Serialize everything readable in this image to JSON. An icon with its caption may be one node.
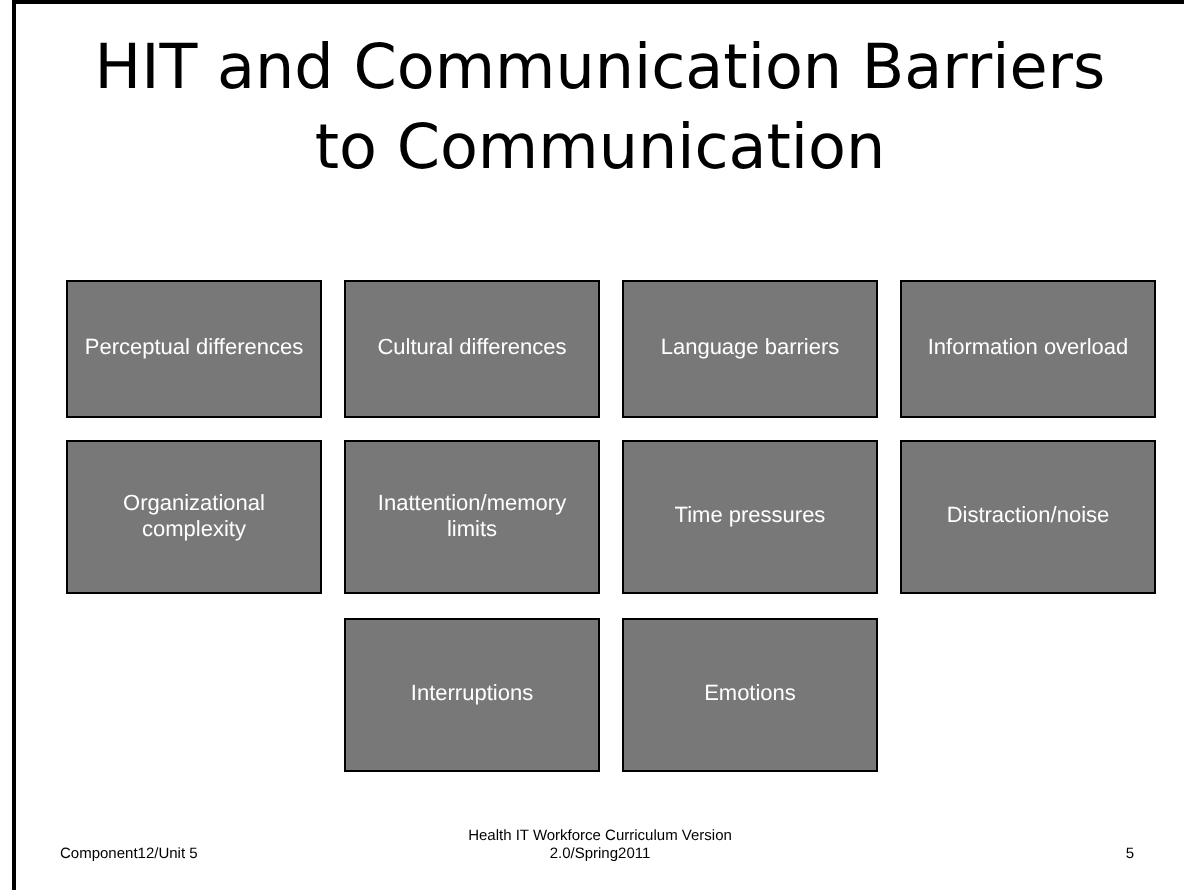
{
  "diagram": {
    "title": "HIT and Communication Barriers to Communication",
    "nodes": [
      {
        "text": [
          "Perceptual differences"
        ]
      },
      {
        "text": [
          "Cultural differences"
        ]
      },
      {
        "text": [
          "Language barriers"
        ]
      },
      {
        "text": [
          "Information overload"
        ]
      },
      {
        "text": [
          "Organizational complexity"
        ]
      },
      {
        "text": [
          "Inattention/memory limits"
        ]
      },
      {
        "text": [
          "Time pressures"
        ]
      },
      {
        "text": [
          "Distraction/noise"
        ]
      },
      {
        "text": [
          "Interruptions"
        ]
      },
      {
        "text": [
          "Emotions"
        ]
      }
    ],
    "labels": [
      "Component12/Unit 5",
      "Health IT Workforce Curriculum Version 2.0/Spring2011",
      "5"
    ]
  }
}
